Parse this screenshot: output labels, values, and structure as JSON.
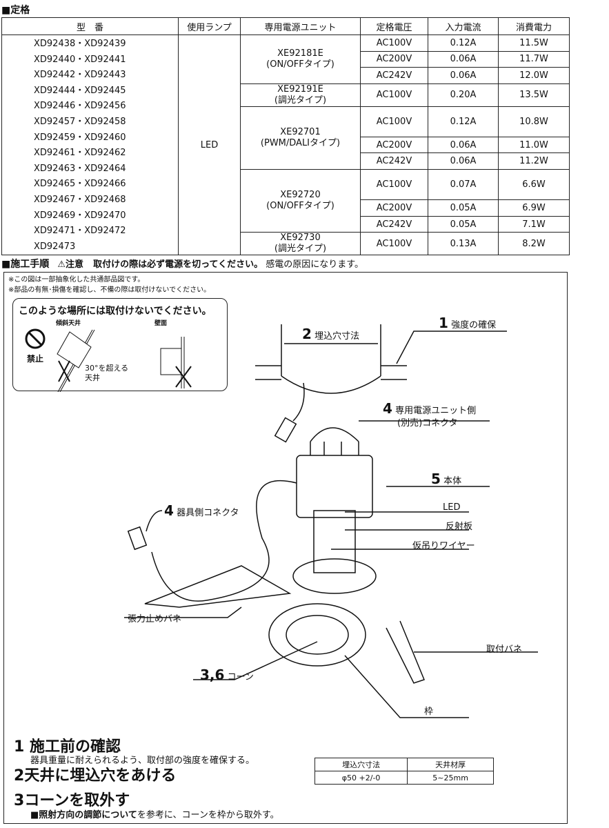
{
  "spec": {
    "heading": "■定格",
    "headers": [
      "型　番",
      "使用ランプ",
      "専用電源ユニット",
      "定格電圧",
      "入力電流",
      "消費電力"
    ],
    "models": [
      "XD92438・XD92439",
      "XD92440・XD92441",
      "XD92442・XD92443",
      "XD92444・XD92445",
      "XD92446・XD92456",
      "XD92457・XD92458",
      "XD92459・XD92460",
      "XD92461・XD92462",
      "XD92463・XD92464",
      "XD92465・XD92466",
      "XD92467・XD92468",
      "XD92469・XD92470",
      "XD92471・XD92472",
      "XD92473"
    ],
    "lamp": "LED",
    "units": [
      {
        "name": "XE92181E",
        "type": "(ON/OFFタイプ)",
        "rows": [
          [
            "AC100V",
            "0.12A",
            "11.5W"
          ],
          [
            "AC200V",
            "0.06A",
            "11.7W"
          ],
          [
            "AC242V",
            "0.06A",
            "12.0W"
          ]
        ]
      },
      {
        "name": "XE92191E",
        "type": "(調光タイプ)",
        "rows": [
          [
            "AC100V",
            "0.20A",
            "13.5W"
          ]
        ]
      },
      {
        "name": "XE92701",
        "type": "(PWM/DALIタイプ)",
        "rows": [
          [
            "AC100V",
            "0.12A",
            "10.8W"
          ],
          [
            "AC200V",
            "0.06A",
            "11.0W"
          ],
          [
            "AC242V",
            "0.06A",
            "11.2W"
          ]
        ]
      },
      {
        "name": "XE92720",
        "type": "(ON/OFFタイプ)",
        "rows": [
          [
            "AC100V",
            "0.07A",
            "6.6W"
          ],
          [
            "AC200V",
            "0.05A",
            "6.9W"
          ],
          [
            "AC242V",
            "0.05A",
            "7.1W"
          ]
        ]
      },
      {
        "name": "XE92730",
        "type": "(調光タイプ)",
        "rows": [
          [
            "AC100V",
            "0.13A",
            "8.2W"
          ]
        ]
      }
    ]
  },
  "procedure": {
    "heading": "■施工手順",
    "caution_label": "⚠注意",
    "caution_bold": "取付けの際は必ず電源を切ってください。",
    "caution_rest": "感電の原因になります。",
    "notes": [
      "※この図は一部抽象化した共通部品図です。",
      "※部品の有無･損傷を確認し、不備の際は取付けないでください。"
    ],
    "warning": {
      "title": "このような場所には取付けないでください。",
      "slope": "傾斜天井",
      "wall": "壁面",
      "prohibited": "禁止",
      "over30": "30°を超える",
      "ceiling": "天井"
    },
    "labels": {
      "l1n": "1",
      "l1": "強度の確保",
      "l2n": "2",
      "l2": "埋込穴寸法",
      "l4an": "4",
      "l4a1": "専用電源ユニット側",
      "l4a2": "(別売)コネクタ",
      "l5n": "5",
      "l5": "本体",
      "led": "LED",
      "reflector": "反射板",
      "wire": "仮吊りワイヤー",
      "l4bn": "4",
      "l4b": "器具側コネクタ",
      "spring": "張力止めバネ",
      "mount": "取付バネ",
      "l36n": "3,6",
      "l36": "コーン",
      "frame": "枠"
    },
    "steps": [
      {
        "num": "1",
        "title": "施工前の確認",
        "desc": "器具重量に耐えられるよう、取付部の強度を確保する。"
      },
      {
        "num": "2",
        "title": "天井に埋込穴をあける"
      },
      {
        "num": "3",
        "title": "コーンを取外す",
        "desc_bold": "■照射方向の調節について",
        "desc": "を参考に、コーンを枠から取外す。"
      }
    ],
    "dim_table": {
      "headers": [
        "埋込穴寸法",
        "天井材厚"
      ],
      "values": [
        "φ50 +2/-0",
        "5~25mm"
      ]
    }
  }
}
